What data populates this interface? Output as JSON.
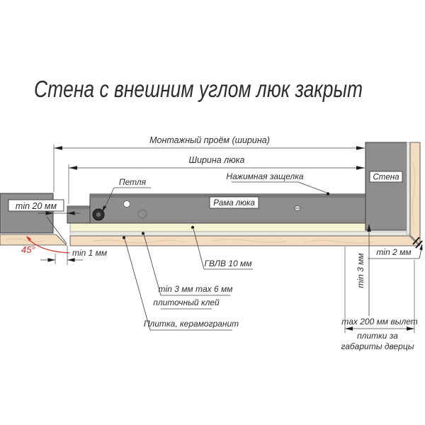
{
  "title": "Стена с внешним углом люк закрыт",
  "dims": {
    "mounting_width": "Монтажный проём (ширина)",
    "hatch_width": "Ширина люка",
    "min20": "min 20 мм",
    "angle": "45°",
    "min1": "min 1 мм",
    "min3": "min 3 мм",
    "min2": "min 2 мм",
    "max200_l1": "max 200 мм вылет",
    "max200_l2": "плитки за",
    "max200_l3": "габариты дверцы"
  },
  "labels": {
    "hinge": "Петля",
    "latch": "Нажимная защелка",
    "frame": "Рама люка",
    "wall": "Стена",
    "board": "ГВЛВ 10 мм",
    "glue_l1": "min 3 мм max 6 мм",
    "glue_l2": "плиточный клей",
    "tile": "Плитка, керамогранит"
  },
  "colors": {
    "steel": "#8e8e8e",
    "steel_dark": "#787878",
    "outline": "#3c3c3c",
    "board": "#f6f3d3",
    "adhesive": "#e9e9e4",
    "tile": "#f3dcc0",
    "tile_vein": "#e2c3a2",
    "accent_red": "#d42a20",
    "text": "#2d2d2d"
  }
}
